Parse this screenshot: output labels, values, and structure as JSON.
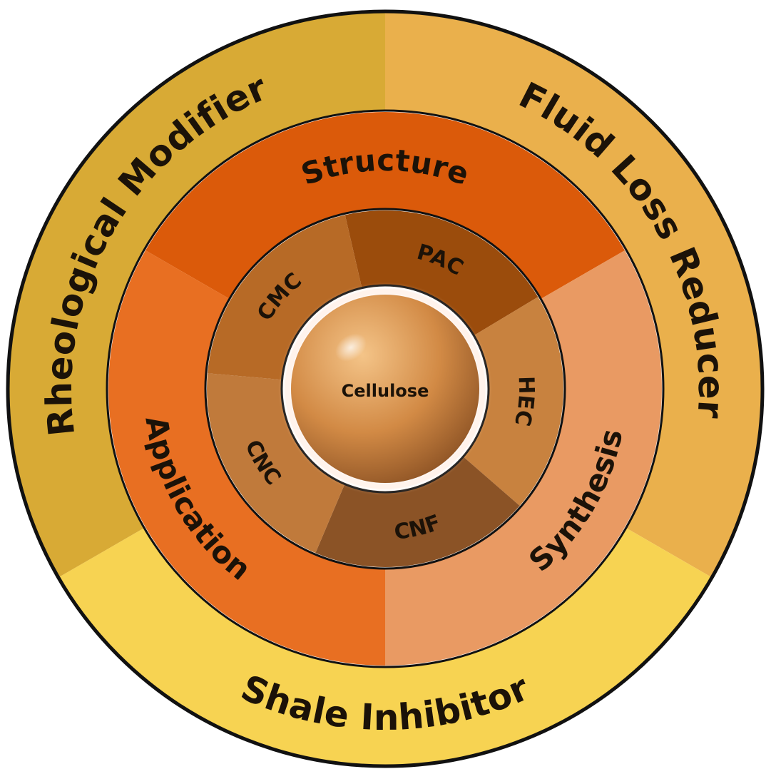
{
  "diagram": {
    "center": {
      "label": "Cellulose",
      "colors": {
        "highlight": "#f4c488",
        "mid": "#d28a45",
        "shadow": "#8c5224",
        "ring": "#fff3ec",
        "glow": "#ffe8dc"
      }
    },
    "derivatives": [
      {
        "label": "PAC",
        "color": "#9b4c0c",
        "flip": false
      },
      {
        "label": "HEC",
        "color": "#c8823f",
        "flip": false
      },
      {
        "label": "CNF",
        "color": "#8b5326",
        "flip": true
      },
      {
        "label": "CNC",
        "color": "#c07a3b",
        "flip": true
      },
      {
        "label": "CMC",
        "color": "#b76a26",
        "flip": false
      }
    ],
    "aspects": [
      {
        "label": "Structure",
        "color": "#db5a0a",
        "flip": false
      },
      {
        "label": "Synthesis",
        "color": "#e99a63",
        "flip": true
      },
      {
        "label": "Application",
        "color": "#e86f22",
        "flip": true
      }
    ],
    "functions": [
      {
        "label": "Fluid Loss Reducer",
        "color": "#eab04c",
        "flip": false
      },
      {
        "label": "Shale Inhibitor",
        "color": "#f7d352",
        "flip": true
      },
      {
        "label": "Rheological Modifier",
        "color": "#d8aa35",
        "flip": false
      }
    ],
    "outline_color": "#111111"
  }
}
